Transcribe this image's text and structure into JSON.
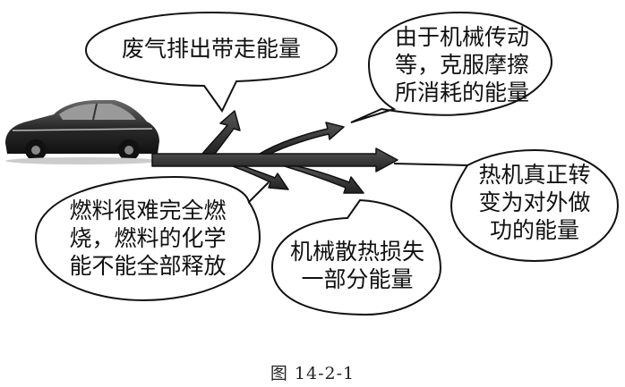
{
  "diagram": {
    "car_image": "car",
    "bubbles": {
      "exhaust": {
        "lines": [
          "废气排出带走能量"
        ]
      },
      "transmission": {
        "lines": [
          "由于机械传动",
          "等，克服摩擦",
          "所消耗的能量"
        ]
      },
      "useful_work": {
        "lines": [
          "热机真正转",
          "变为对外做",
          "功的能量"
        ]
      },
      "incomplete_combustion": {
        "lines": [
          "燃料很难完全燃",
          "烧，燃料的化学",
          "能不能全部释放"
        ]
      },
      "heat_dissipation": {
        "lines": [
          "机械散热损失",
          "一部分能量"
        ]
      }
    },
    "caption": "图 14-2-1"
  }
}
